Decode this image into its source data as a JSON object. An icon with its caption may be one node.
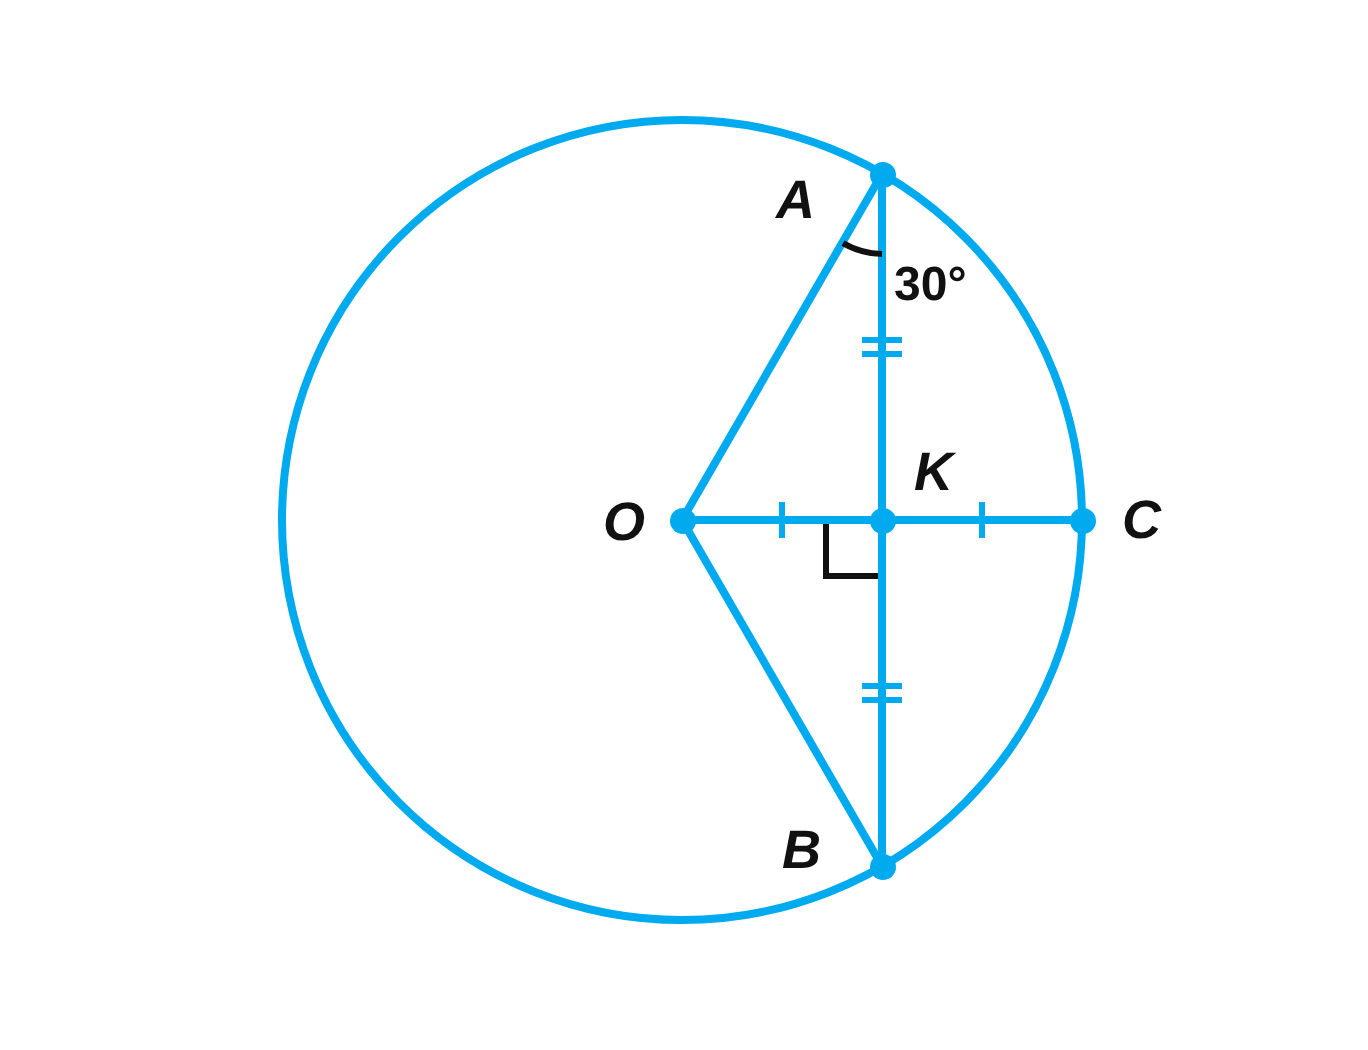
{
  "diagram": {
    "nodes": [
      {
        "text": [
          "A"
        ]
      },
      {
        "text": [
          "O"
        ]
      },
      {
        "text": [
          "K"
        ]
      },
      {
        "text": [
          "C"
        ]
      },
      {
        "text": [
          "B"
        ]
      }
    ],
    "edges": [
      {
        "from": 0,
        "to": 1,
        "arrow": "none"
      },
      {
        "from": 1,
        "to": 4,
        "arrow": "none"
      },
      {
        "from": 0,
        "to": 2,
        "arrow": "none"
      },
      {
        "from": 2,
        "to": 4,
        "arrow": "none"
      },
      {
        "from": 1,
        "to": 2,
        "arrow": "none"
      },
      {
        "from": 2,
        "to": 3,
        "arrow": "none"
      }
    ],
    "labels": [
      "30°"
    ]
  }
}
